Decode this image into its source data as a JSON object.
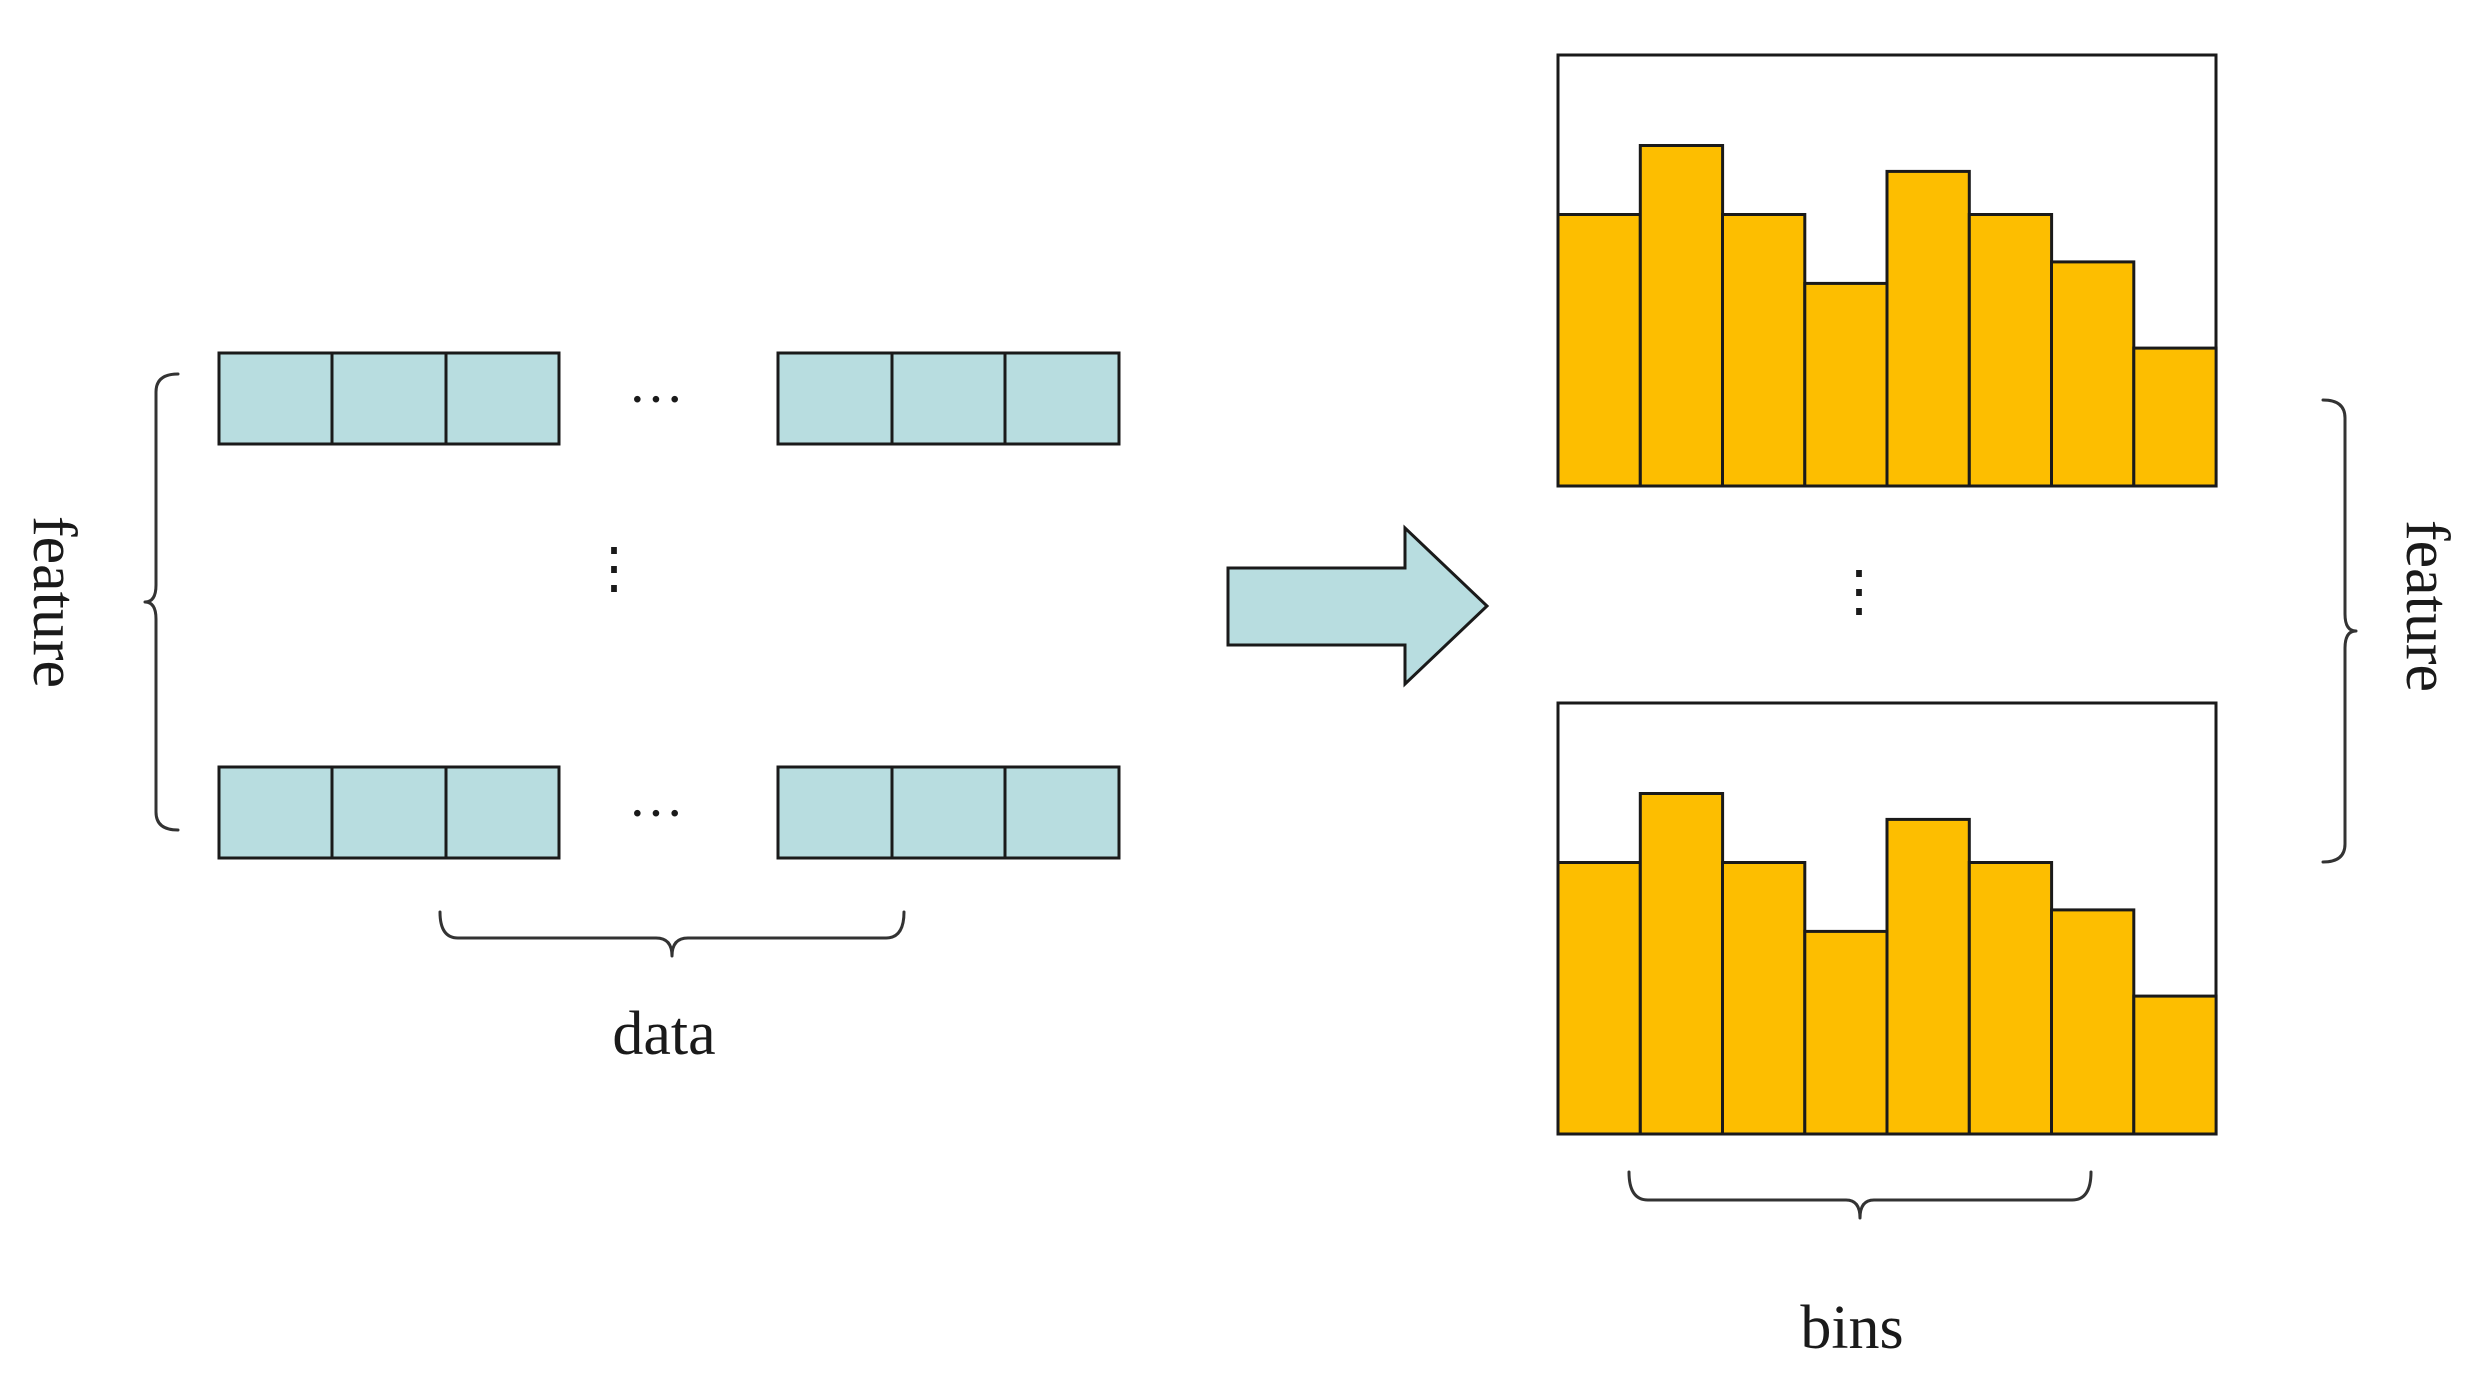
{
  "labels": {
    "feature_left": "feature",
    "feature_right": "feature",
    "data": "data",
    "bins": "bins"
  },
  "ellipsis": {
    "horizontal": "···",
    "vertical": "⋮"
  },
  "colors": {
    "data_cell": "#b8dde0",
    "histogram_bar": "#fdbe00",
    "arrow": "#b8dde0",
    "outline": "#1a1a1a"
  },
  "data_rows": {
    "cells_per_block": 3,
    "blocks_per_row": 2,
    "row_count_shown": 2
  },
  "histograms": {
    "bin_count": 8,
    "bin_levels_fraction_of_frame": [
      0.63,
      0.79,
      0.63,
      0.47,
      0.73,
      0.63,
      0.52,
      0.32
    ]
  }
}
